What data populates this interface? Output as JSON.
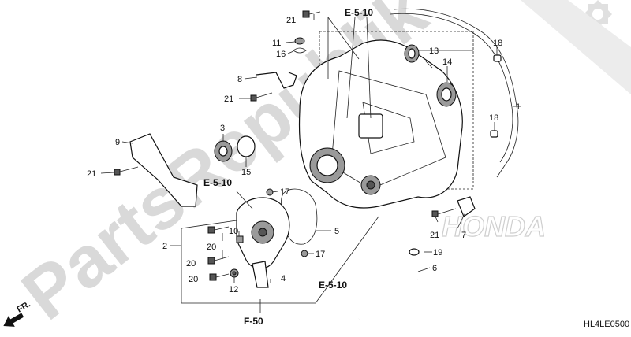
{
  "diagram": {
    "part_numbers": {
      "p1": "1",
      "p2": "2",
      "p3": "3",
      "p4": "4",
      "p5": "5",
      "p6": "6",
      "p7": "7",
      "p8": "8",
      "p9": "9",
      "p10": "10",
      "p11": "11",
      "p12": "12",
      "p13": "13",
      "p14": "14",
      "p15": "15",
      "p16": "16",
      "p17a": "17",
      "p17b": "17",
      "p18a": "18",
      "p18b": "18",
      "p19": "19",
      "p20a": "20",
      "p20b": "20",
      "p20c": "20",
      "p21a": "21",
      "p21b": "21",
      "p21c": "21",
      "p21d": "21"
    },
    "references": {
      "e510_top": "E-5-10",
      "e510_left": "E-5-10",
      "e510_bottom": "E-5-10",
      "f50": "F-50"
    },
    "front_label": "FR.",
    "diagram_code": "HL4LE0500",
    "watermark": "PartsRepublik",
    "brand_watermark": "HONDA",
    "icons": {
      "gear": "gear-icon",
      "front_arrow": "front-arrow-icon"
    }
  }
}
